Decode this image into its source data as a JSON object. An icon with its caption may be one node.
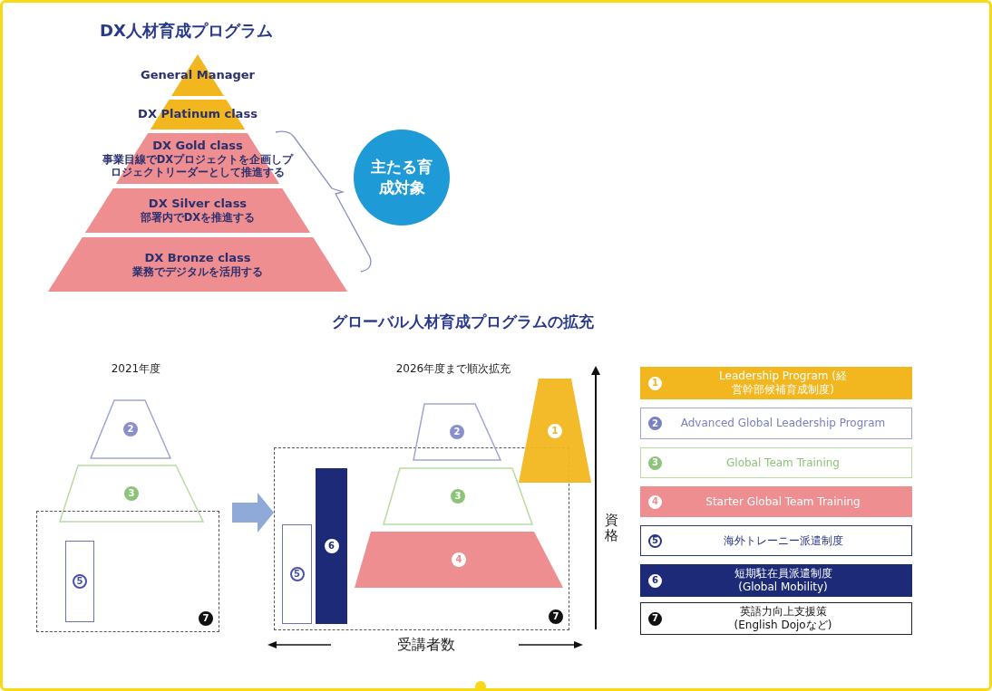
{
  "diagram": {
    "title": "DX人材育成プログラム",
    "nodes": [
      {
        "text": [
          "General Manager"
        ]
      },
      {
        "text": [
          "DX Platinum class"
        ]
      },
      {
        "text": [
          "DX Gold class",
          "事業目線でDXプロジェクトを企画しプロジェクトリーダーとして推進する"
        ]
      },
      {
        "text": [
          "DX Silver class",
          "部署内でDXを推進する"
        ]
      },
      {
        "text": [
          "DX Bronze class",
          "業務でデジタルを活用する"
        ]
      },
      {
        "text": [
          "主たる育成対象"
        ]
      },
      {
        "text": [
          "2"
        ]
      },
      {
        "text": [
          "3"
        ]
      },
      {
        "text": [
          "7"
        ]
      },
      {
        "text": [
          "5"
        ],
        "in": 8
      },
      {
        "text": [
          "7"
        ]
      },
      {
        "text": [
          "2"
        ]
      },
      {
        "text": [
          "3"
        ],
        "in": 10
      },
      {
        "text": [
          "4"
        ],
        "in": 10
      },
      {
        "text": [
          "5"
        ],
        "in": 10
      },
      {
        "text": [
          "6"
        ],
        "in": 10
      },
      {
        "text": [
          "1"
        ]
      },
      {
        "text": [
          "1",
          "Leadership Program (経営幹部候補育成制度)"
        ]
      },
      {
        "text": [
          "2",
          "Advanced Global Leadership Program"
        ]
      },
      {
        "text": [
          "3",
          "Global Team Training"
        ]
      },
      {
        "text": [
          "4",
          "Starter Global Team Training"
        ]
      },
      {
        "text": [
          "5",
          "海外トレーニー派遣制度"
        ]
      },
      {
        "text": [
          "6",
          "短期駐在員派遣制度 (Global Mobility)"
        ]
      },
      {
        "text": [
          "7",
          "英語力向上支援策 (English Dojoなど)"
        ]
      }
    ],
    "edges": [
      {
        "from": 8,
        "to": 10,
        "arrow": "to",
        "style": "thick",
        "color": "#8fa9d8"
      }
    ],
    "labels": [
      "グローバル人材育成プログラムの拡充",
      "2021年度",
      "2026年度まで順次拡充",
      "資格",
      "受講者数"
    ]
  }
}
